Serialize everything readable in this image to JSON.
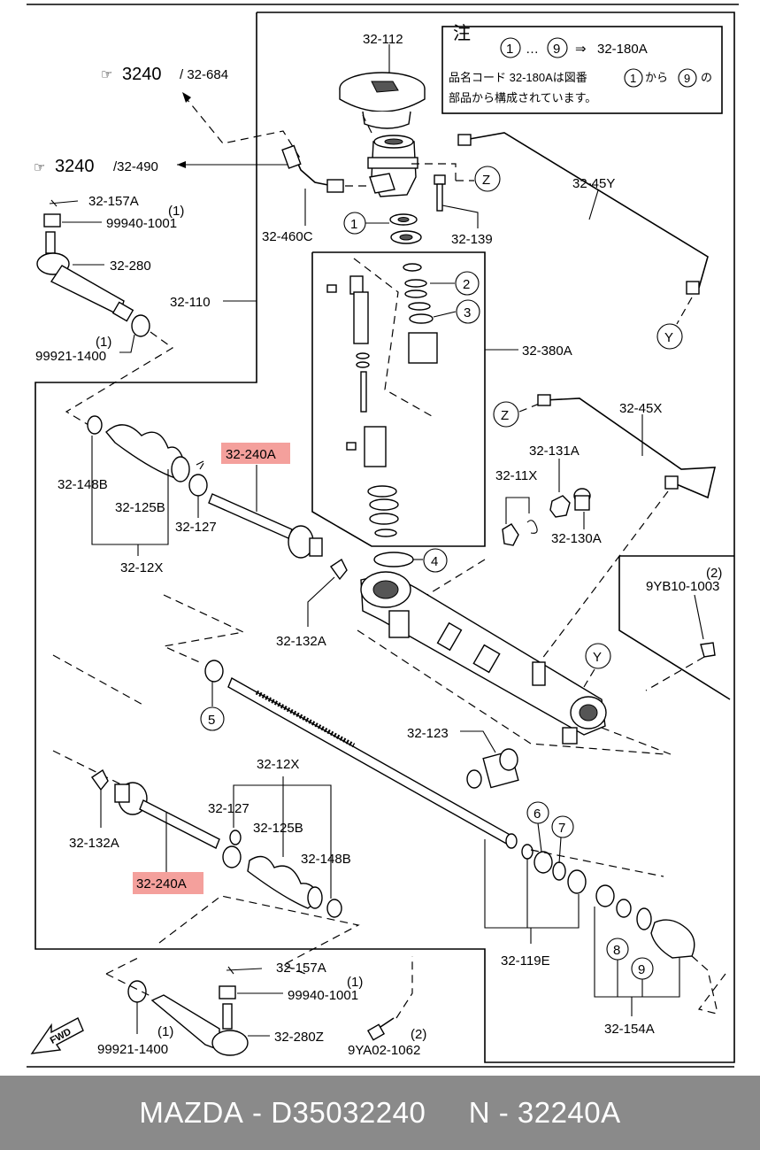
{
  "note": {
    "title": "注",
    "range_start": "1",
    "range_end": "9",
    "arrow": "⇒",
    "code": "32-180A",
    "line2_pre": "品名コード 32-180Aは図番",
    "line2_n1": "1",
    "line2_mid": "から",
    "line2_n2": "9",
    "line2_post": "の",
    "line3": "部品から構成されています。"
  },
  "refs": {
    "r1_big": "3240",
    "r1_small": "/ 32-684",
    "r2_big": "3240",
    "r2_small": "/32-490"
  },
  "labels": {
    "l_32_112": "32-112",
    "l_32_45Y": "32-45Y",
    "l_32_460C": "32-460C",
    "l_32_139": "32-139",
    "l_32_157A_top": "32-157A",
    "l_99940_top_qty": "(1)",
    "l_99940_top": "99940-1001",
    "l_32_280": "32-280",
    "l_32_110": "32-110",
    "l_99921_top_qty": "(1)",
    "l_99921_top": "99921-1400",
    "l_32_380A": "32-380A",
    "l_32_45X": "32-45X",
    "l_32_131A": "32-131A",
    "l_32_11X": "32-11X",
    "l_32_130A": "32-130A",
    "l_32_240A_top": "32-240A",
    "l_32_148B_top": "32-148B",
    "l_32_125B_top": "32-125B",
    "l_32_127_top": "32-127",
    "l_32_12X_top": "32-12X",
    "l_32_132A_top": "32-132A",
    "l_9YB10_qty": "(2)",
    "l_9YB10": "9YB10-1003",
    "l_32_123": "32-123",
    "l_32_12X_bot": "32-12X",
    "l_32_127_bot": "32-127",
    "l_32_125B_bot": "32-125B",
    "l_32_148B_bot": "32-148B",
    "l_32_132A_bot": "32-132A",
    "l_32_240A_bot": "32-240A",
    "l_32_119E": "32-119E",
    "l_32_154A": "32-154A",
    "l_32_157A_bot": "32-157A",
    "l_99940_bot_qty": "(1)",
    "l_99940_bot": "99940-1001",
    "l_32_280Z": "32-280Z",
    "l_99921_bot_qty": "(1)",
    "l_99921_bot": "99921-1400",
    "l_9YA02_qty": "(2)",
    "l_9YA02": "9YA02-1062",
    "fwd": "FWD"
  },
  "callouts": {
    "c1": "1",
    "c2": "2",
    "c3": "3",
    "c4": "4",
    "c5": "5",
    "c6": "6",
    "c7": "7",
    "c8": "8",
    "c9": "9",
    "z_top": "Z",
    "z_mid": "Z",
    "y_top": "Y",
    "y_mid": "Y"
  },
  "footer": {
    "brand": "MAZDA",
    "sep1": " - ",
    "part_number": "D35032240",
    "gap": "     ",
    "n_label": "N",
    "sep2": " - ",
    "n_number": "32240A"
  },
  "colors": {
    "highlight": "#f4a09c",
    "footer_bg": "#8a8a8a",
    "footer_text": "#ffffff"
  },
  "icons": {
    "ref_pointer": "pointing-hand-icon",
    "fwd_arrow": "fwd-arrow-icon"
  }
}
